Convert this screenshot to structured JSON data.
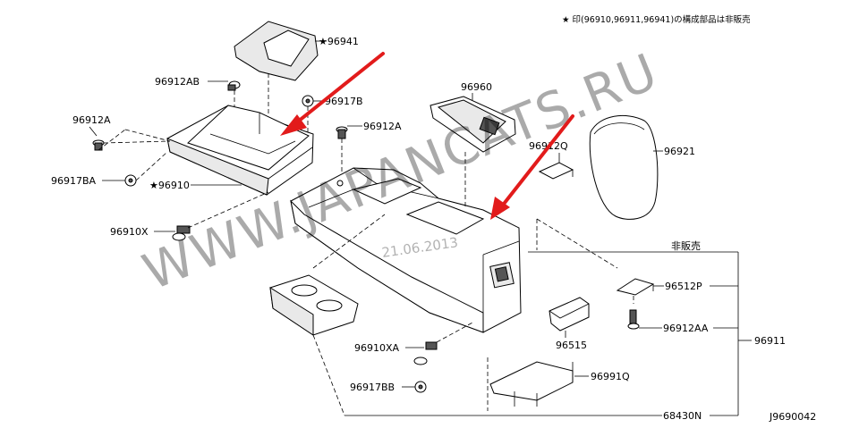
{
  "header_note": "★ 印(96910,96911,96941)の構成部品は非販売",
  "diagram_code": "J9690042",
  "watermark": "WWW.JAPANCATS.RU",
  "watermark_date": "21.06.2013",
  "labels": {
    "p96941": "★96941",
    "p96912AB": "96912AB",
    "p96917B": "96917B",
    "p96912A_left": "96912A",
    "p96912A_mid": "96912A",
    "p96917BA": "96917BA",
    "p96910": "★96910",
    "p96910X": "96910X",
    "p96960": "96960",
    "p96912Q": "96912Q",
    "p96921": "96921",
    "not_sold": "非販売",
    "p96512P": "96512P",
    "p96912AA": "96912AA",
    "p96911": "96911",
    "p96515": "96515",
    "p96910XA": "96910XA",
    "p96991Q": "96991Q",
    "p96917BB": "96917BB",
    "p68430N": "68430N"
  },
  "colors": {
    "arrow": "#e21b1b",
    "line": "#000000",
    "background": "#ffffff"
  }
}
